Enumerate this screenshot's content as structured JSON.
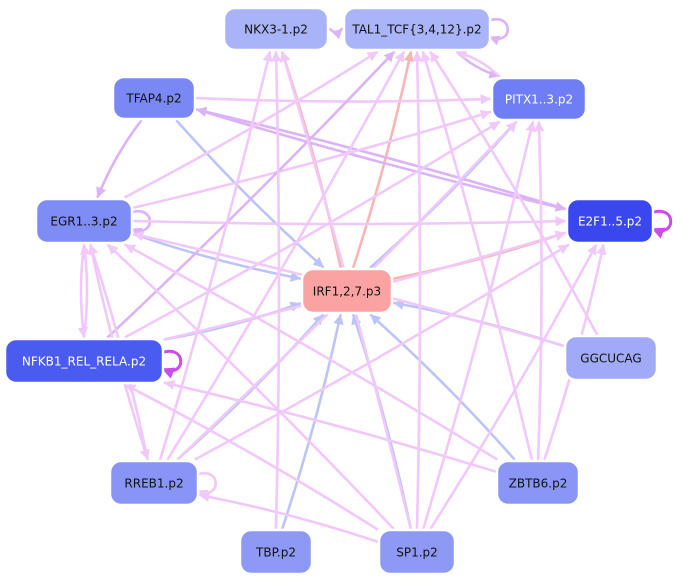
{
  "colors": {
    "edge_pink": "#f0c8fa",
    "edge_violet": "#dcb4f5",
    "edge_blue": "#bcc4fa",
    "edge_red": "#fbb4b4",
    "edge_magenta": "#c94dea",
    "node_center": "#fba0a0",
    "node_strong": "#3246f0",
    "node_mid": "#5a6af2",
    "node_soft": "#7f8cf5",
    "node_pale": "#a6b0f8"
  },
  "nodes": [
    {
      "id": "nkx3",
      "label": "NKX3-1.p2",
      "color": "#a9b3f8",
      "text": "#111111"
    },
    {
      "id": "tal1",
      "label": "TAL1_TCF{3,4,12}.p2",
      "color": "#aab4f8",
      "text": "#111111"
    },
    {
      "id": "tfap4",
      "label": "TFAP4.p2",
      "color": "#7a88f5",
      "text": "#111111"
    },
    {
      "id": "pitx1",
      "label": "PITX1..3.p2",
      "color": "#6f7ef4",
      "text": "#ffffff"
    },
    {
      "id": "egr1",
      "label": "EGR1..3.p2",
      "color": "#7e8cf5",
      "text": "#111111"
    },
    {
      "id": "e2f1",
      "label": "E2F1..5.p2",
      "color": "#3a47ee",
      "text": "#ffffff"
    },
    {
      "id": "irf1",
      "label": "IRF1,2,7.p3",
      "color": "#fba3a3",
      "text": "#111111"
    },
    {
      "id": "nfkb1",
      "label": "NFKB1_REL_RELA.p2",
      "color": "#4a5cf0",
      "text": "#ffffff"
    },
    {
      "id": "ggcucag",
      "label": "GGCUCAG",
      "color": "#a0aaf7",
      "text": "#111111"
    },
    {
      "id": "rreb1",
      "label": "RREB1.p2",
      "color": "#8894f6",
      "text": "#111111"
    },
    {
      "id": "zbtb6",
      "label": "ZBTB6.p2",
      "color": "#8a96f6",
      "text": "#111111"
    },
    {
      "id": "tbp",
      "label": "TBP.p2",
      "color": "#8e99f6",
      "text": "#111111"
    },
    {
      "id": "sp1",
      "label": "SP1.p2",
      "color": "#8e99f6",
      "text": "#111111"
    }
  ],
  "edges": [
    {
      "from": "nkx3",
      "to": "tal1",
      "color": "#dcb4f5"
    },
    {
      "from": "tal1",
      "to": "tal1",
      "color": "#dcb4f5"
    },
    {
      "from": "tal1",
      "to": "pitx1",
      "color": "#dcb4f5"
    },
    {
      "from": "irf1",
      "to": "nkx3",
      "color": "#fbb4b4"
    },
    {
      "from": "irf1",
      "to": "tal1",
      "color": "#fbb4b4"
    },
    {
      "from": "irf1",
      "to": "pitx1",
      "color": "#bcc4fa"
    },
    {
      "from": "irf1",
      "to": "e2f1",
      "color": "#fbb4b4"
    },
    {
      "from": "tfap4",
      "to": "irf1",
      "color": "#bcc4fa"
    },
    {
      "from": "egr1",
      "to": "irf1",
      "color": "#bcc4fa"
    },
    {
      "from": "nfkb1",
      "to": "irf1",
      "color": "#bcc4fa"
    },
    {
      "from": "rreb1",
      "to": "irf1",
      "color": "#bcc4fa"
    },
    {
      "from": "tbp",
      "to": "irf1",
      "color": "#bcc4fa"
    },
    {
      "from": "sp1",
      "to": "irf1",
      "color": "#bcc4fa"
    },
    {
      "from": "zbtb6",
      "to": "irf1",
      "color": "#bcc4fa"
    },
    {
      "from": "ggcucag",
      "to": "irf1",
      "color": "#bcc4fa"
    },
    {
      "from": "e2f1",
      "to": "tfap4",
      "color": "#dcb4f5"
    },
    {
      "from": "tfap4",
      "to": "e2f1",
      "color": "#dcb4f5"
    },
    {
      "from": "tfap4",
      "to": "egr1",
      "color": "#dcb4f5"
    },
    {
      "from": "tfap4",
      "to": "pitx1",
      "color": "#f0c8fa"
    },
    {
      "from": "egr1",
      "to": "egr1",
      "color": "#dcb4f5"
    },
    {
      "from": "egr1",
      "to": "e2f1",
      "color": "#f0c8fa"
    },
    {
      "from": "egr1",
      "to": "tal1",
      "color": "#f0c8fa"
    },
    {
      "from": "egr1",
      "to": "pitx1",
      "color": "#f0c8fa"
    },
    {
      "from": "egr1",
      "to": "nfkb1",
      "color": "#f0c8fa"
    },
    {
      "from": "nfkb1",
      "to": "egr1",
      "color": "#f0c8fa"
    },
    {
      "from": "nfkb1",
      "to": "nfkb1",
      "color": "#c94dea"
    },
    {
      "from": "nfkb1",
      "to": "tal1",
      "color": "#dcb4f5"
    },
    {
      "from": "nfkb1",
      "to": "pitx1",
      "color": "#f0c8fa"
    },
    {
      "from": "nfkb1",
      "to": "e2f1",
      "color": "#f0c8fa"
    },
    {
      "from": "e2f1",
      "to": "e2f1",
      "color": "#c94dea"
    },
    {
      "from": "rreb1",
      "to": "rreb1",
      "color": "#f0c8fa"
    },
    {
      "from": "rreb1",
      "to": "egr1",
      "color": "#f0c8fa"
    },
    {
      "from": "rreb1",
      "to": "tal1",
      "color": "#f0c8fa"
    },
    {
      "from": "rreb1",
      "to": "e2f1",
      "color": "#f0c8fa"
    },
    {
      "from": "rreb1",
      "to": "pitx1",
      "color": "#f0c8fa"
    },
    {
      "from": "rreb1",
      "to": "nkx3",
      "color": "#f0c8fa"
    },
    {
      "from": "sp1",
      "to": "rreb1",
      "color": "#f0c8fa"
    },
    {
      "from": "sp1",
      "to": "nfkb1",
      "color": "#f0c8fa"
    },
    {
      "from": "sp1",
      "to": "egr1",
      "color": "#f0c8fa"
    },
    {
      "from": "sp1",
      "to": "tal1",
      "color": "#f0c8fa"
    },
    {
      "from": "sp1",
      "to": "pitx1",
      "color": "#f0c8fa"
    },
    {
      "from": "sp1",
      "to": "e2f1",
      "color": "#f0c8fa"
    },
    {
      "from": "sp1",
      "to": "nkx3",
      "color": "#f0c8fa"
    },
    {
      "from": "zbtb6",
      "to": "egr1",
      "color": "#f0c8fa"
    },
    {
      "from": "zbtb6",
      "to": "nfkb1",
      "color": "#f0c8fa"
    },
    {
      "from": "zbtb6",
      "to": "tal1",
      "color": "#f0c8fa"
    },
    {
      "from": "zbtb6",
      "to": "pitx1",
      "color": "#f0c8fa"
    },
    {
      "from": "zbtb6",
      "to": "e2f1",
      "color": "#f0c8fa"
    },
    {
      "from": "ggcucag",
      "to": "tal1",
      "color": "#f0c8fa"
    },
    {
      "from": "ggcucag",
      "to": "egr1",
      "color": "#f0c8fa"
    },
    {
      "from": "tbp",
      "to": "nkx3",
      "color": "#f0c8fa"
    },
    {
      "from": "egr1",
      "to": "rreb1",
      "color": "#f0c8fa"
    },
    {
      "from": "pitx1",
      "to": "tal1",
      "color": "#f0c8fa"
    }
  ]
}
